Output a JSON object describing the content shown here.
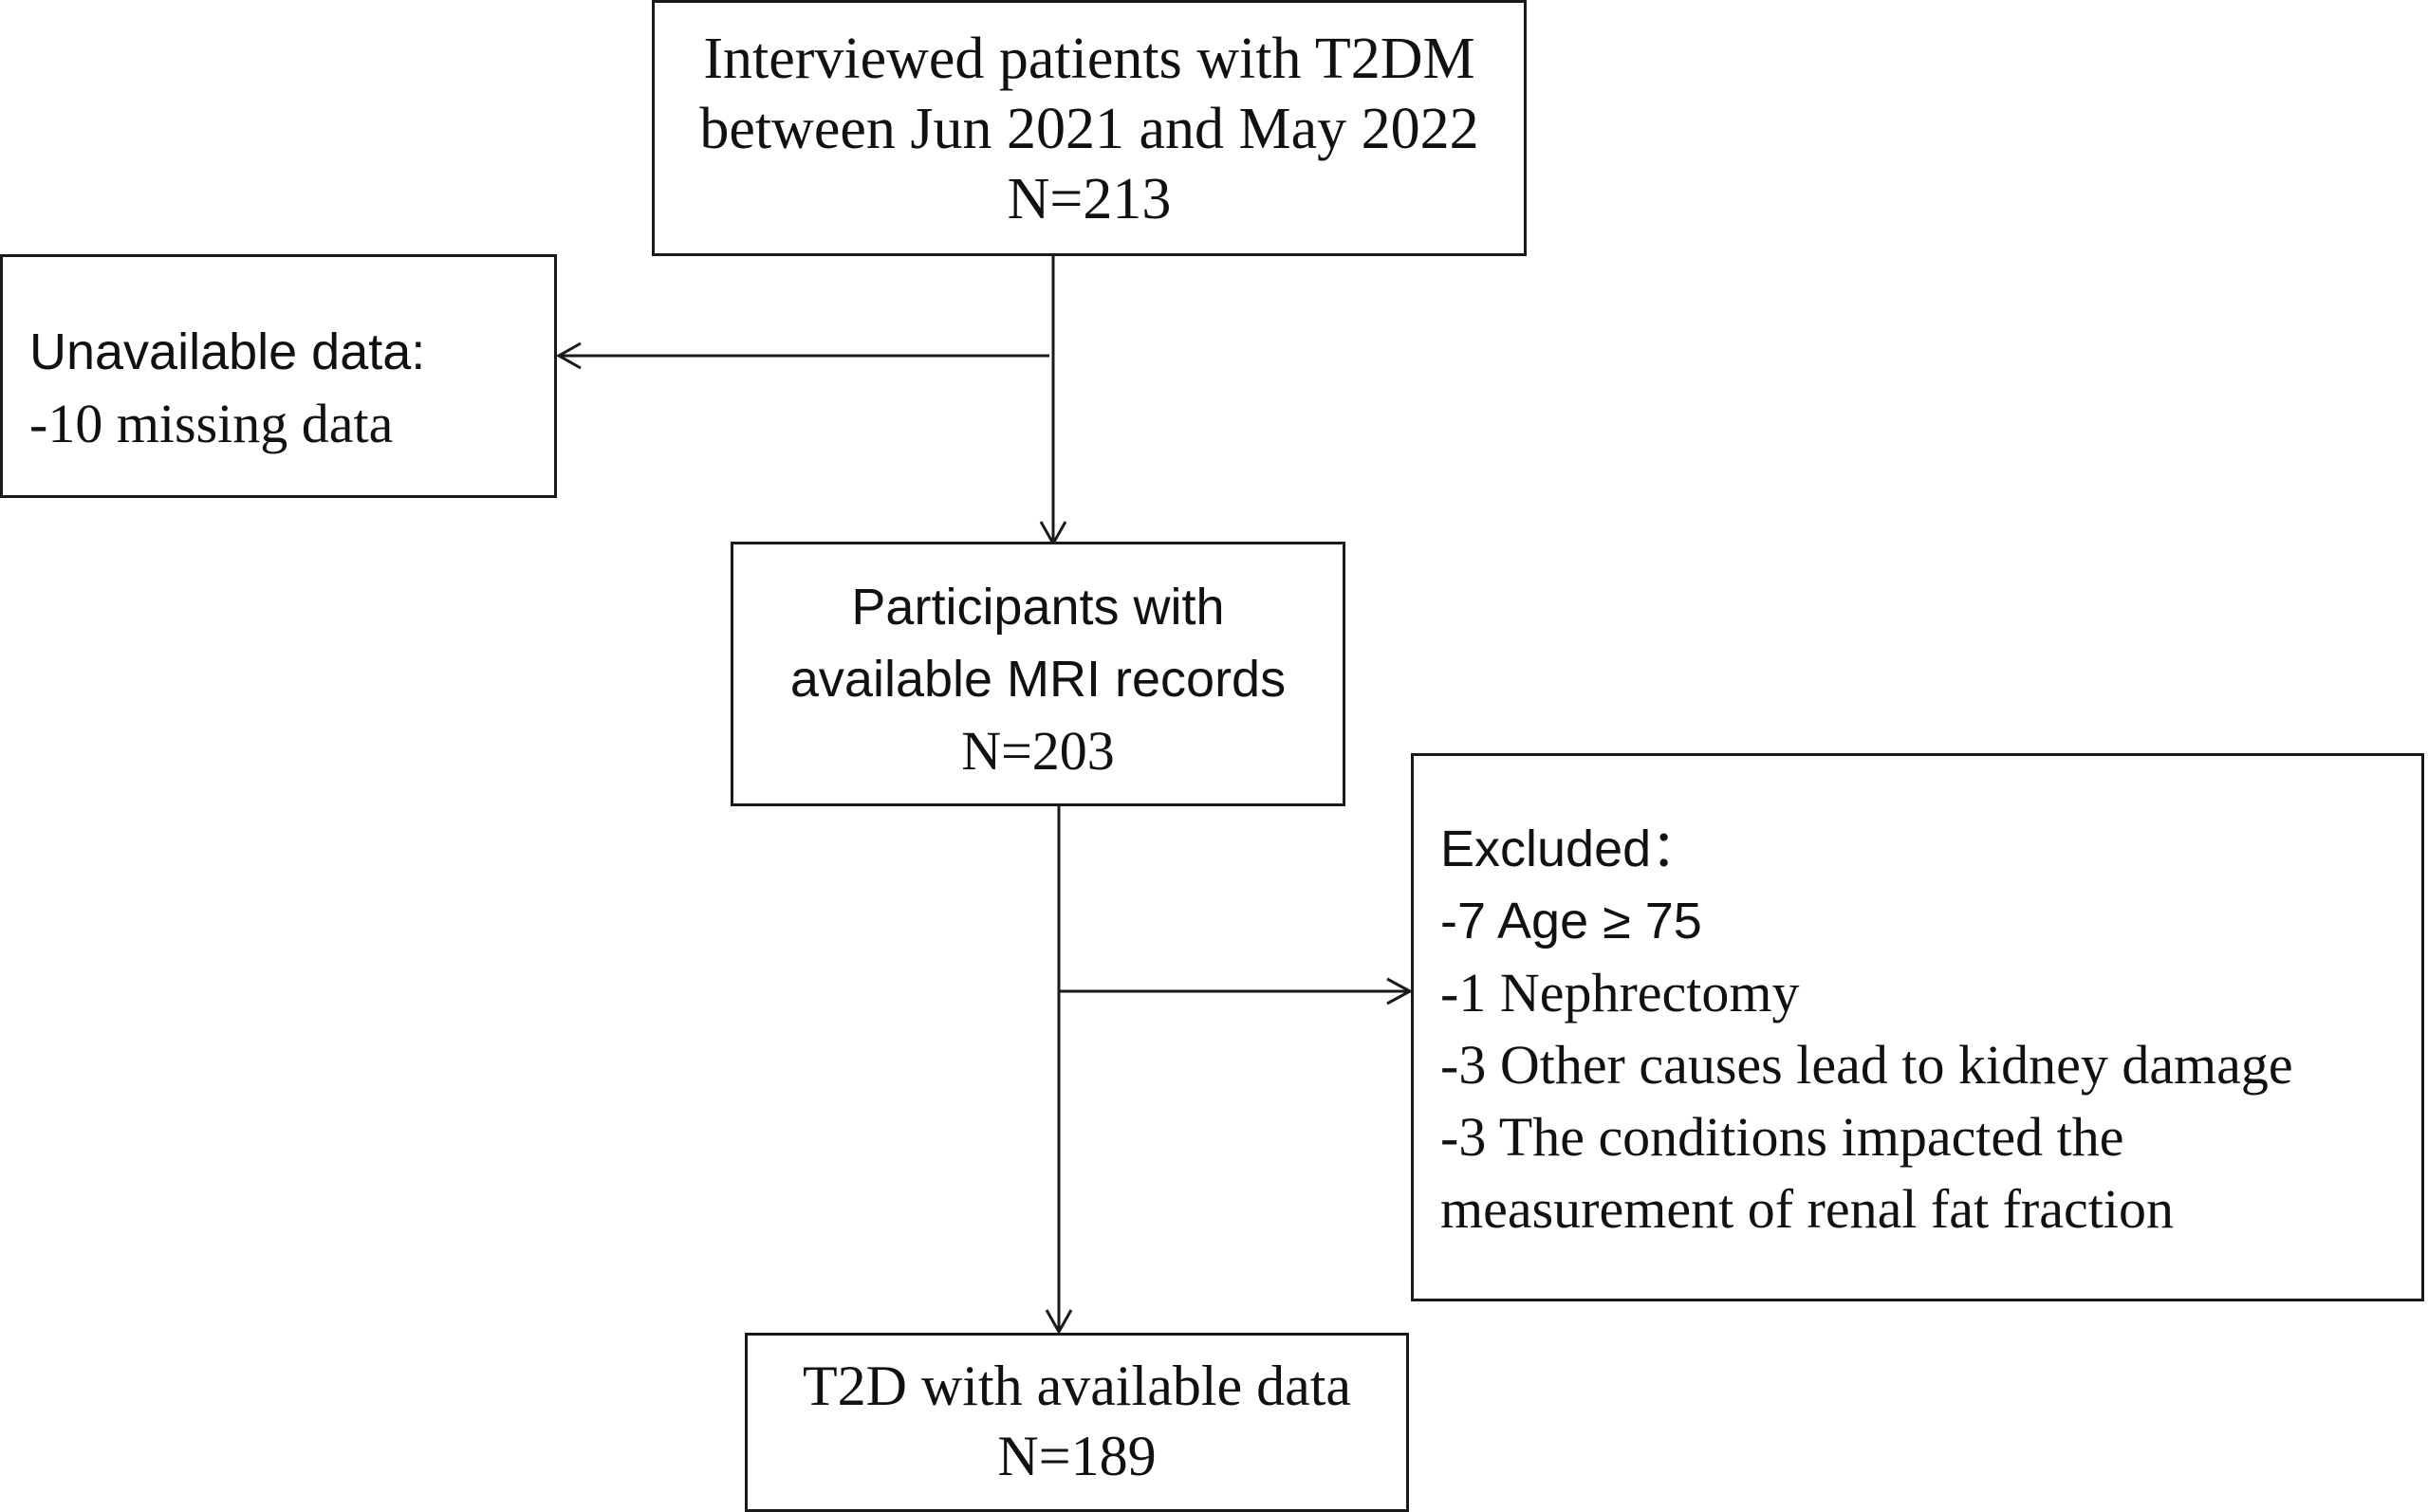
{
  "flowchart": {
    "top_box": {
      "line1": "Interviewed patients with T2DM",
      "line2": "between Jun 2021 and May 2022",
      "line3": "N=213"
    },
    "unavailable_box": {
      "line1": "Unavailable data:",
      "line2": "-10 missing data"
    },
    "participants_box": {
      "line1": "Participants with",
      "line2": "available MRI records",
      "line3": "N=203"
    },
    "excluded_box": {
      "line1": "Excluded：",
      "line2": "-7 Age ≥ 75",
      "line3": "-1 Nephrectomy",
      "line4": "-3 Other causes lead to kidney damage",
      "line5": "-3 The conditions impacted the",
      "line6": "measurement of renal fat fraction"
    },
    "final_box": {
      "line1": "T2D with available data",
      "line2": "N=189"
    }
  },
  "colors": {
    "stroke": "#1a1a1a",
    "text": "#111111",
    "background": "#ffffff"
  }
}
